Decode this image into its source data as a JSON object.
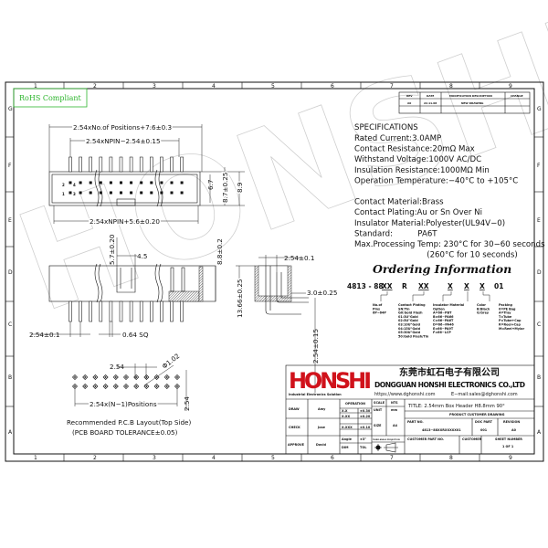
{
  "frame": {
    "columns": [
      "1",
      "2",
      "3",
      "4",
      "5",
      "6",
      "7",
      "8",
      "9"
    ],
    "rows": [
      "G",
      "F",
      "E",
      "D",
      "C",
      "B",
      "A"
    ]
  },
  "rohs_label": "RoHS Compliant",
  "watermark": "HONSHI",
  "revision_table": {
    "headers": [
      "REV",
      "DATE",
      "MODIFICATION DESCRIPTION",
      "CHANGE"
    ],
    "rows": [
      [
        "A0",
        "22.11.08",
        "NEW DRAWING",
        ""
      ]
    ]
  },
  "specifications": {
    "title": "SPECIFICATIONS",
    "lines": [
      "Rated Current:3.0AMP",
      "Contact Resistance:20mΩ Max",
      "Withstand Voltage:1000V AC/DC",
      "Insulation Resistance:1000MΩ Min",
      "Operation Temperature:−40°C to +105°C",
      "",
      "Contact Material:Brass",
      "Contact Plating:Au or Sn Over Ni",
      "Insulator Material:Polyester(UL94V−0)",
      "Standard:          PA6T",
      "Max.Processing Temp: 230°C for 30−60 seconds",
      "                             (260°C for 10 seconds)"
    ]
  },
  "ordering": {
    "title": "Ordering Information",
    "code": [
      "4813 - 88",
      "XX",
      "R",
      "XX",
      "X",
      "X",
      "X",
      "01"
    ],
    "pins_label": [
      "No.of",
      "Pins",
      "6P~64P"
    ],
    "plating_label": [
      "Contact Plating",
      "SN:Tin",
      "G0:Gold Flash",
      "01:3U\"Gold",
      "02:5U\"Gold",
      "03:10U\"Gold",
      "04:15U\"Gold",
      "05:30U\"Gold",
      "50:Gold Flash/Tin"
    ],
    "insulator_label": [
      "Insulator Material",
      "Option",
      "A=66−PBT",
      "B=66−PA66",
      "C=66−PA6T",
      "D=66−PA46",
      "E=66−PA9T",
      "F=66−LCP"
    ],
    "color_label": [
      "Color",
      "B:Black",
      "G:Grey"
    ],
    "packing_label": [
      "Packing",
      "0=PE Bag",
      "A=Tray",
      "T=Tube",
      "P=Tube+Cap",
      "R=Reel+Cap",
      "M=Reel+Mylar"
    ]
  },
  "dimensions": {
    "overall_length": "2.54xNo.of Positions+7.6±0.3",
    "pin_span": "2.54xNPIN−2.54±0.15",
    "body_length": "2.54xNPIN+5.6±0.20",
    "h1": "6.7",
    "h2": "8.7±0.25",
    "h3": "8.9",
    "key_height": "5.7±0.20",
    "key_width": "4.5",
    "height": "8.8±0.2",
    "pitch": "2.54±0.1",
    "pin_sq": "0.64 SQ",
    "side_pitch": "2.54±0.1",
    "side_height": "13.66±0.25",
    "side_offset": "3.0±0.25",
    "tail_pitch": "2.54±0.15",
    "pin_numbers_top": [
      "2",
      "4"
    ],
    "pin_numbers_bottom": [
      "1",
      "3"
    ]
  },
  "pcb_layout": {
    "pitch": "2.54",
    "hole": "Φ1.02",
    "row_pitch": "2.54",
    "span": "2.54x(N−1)Positions",
    "caption": "Recommended P.C.B Layout(Top Side)",
    "tolerance": "(PCB BOARD TOLERANCE±0.05)"
  },
  "title_block": {
    "logo": "HONSHI",
    "logo_tagline": "Industrial Electronics Solution",
    "company_cn": "东莞市虹石电子有限公司",
    "company_en": "DONGGUAN HONSHI ELECTRONICS CO.,LTD",
    "website": "https://www.dghonshi.com",
    "email": "E−mail:sales@dghonshi.com",
    "draw_label": "DRAW",
    "draw_name": "Amy",
    "check_label": "CHECK",
    "check_name": "Jose",
    "approve_label": "APPROVE",
    "approve_name": "David",
    "operation_label": "OPERATION",
    "tolerances": [
      [
        "X.X",
        "±0.30"
      ],
      [
        "X.XX",
        "±0.20"
      ],
      [
        "X.XXX",
        "±0.10"
      ],
      [
        "Angle",
        "±3°"
      ],
      [
        "DIM",
        "TOL"
      ]
    ],
    "scale_label": "SCALE",
    "scale_value": "NTS",
    "unit_label": "UNIT",
    "unit_value": "mm",
    "size_label": "SIZE",
    "size_value": "A4",
    "projection_label": "THIRD ANGLE PROJECTION",
    "title": "TITLE: 2.54mm Box Header H8.8mm 90°",
    "drawing_type": "PRODUCT CUSTOMER DRAWING",
    "part_no_label": "PART NO.",
    "part_no": "4813−88XXRXXXXX01",
    "doc_part_label": "DOC PART",
    "doc_part": "001",
    "revision_label": "REVISION",
    "revision": "A0",
    "customer_part_label": "CUSTOMER PART NO.",
    "customer_label": "CUSTOMER",
    "sheet_label": "SHEET NUMBER",
    "sheet": "1 OF 1"
  },
  "colors": {
    "logo_red": "#d0121b",
    "rohs_green": "#2db52d",
    "watermark": "#cfcfcf"
  }
}
